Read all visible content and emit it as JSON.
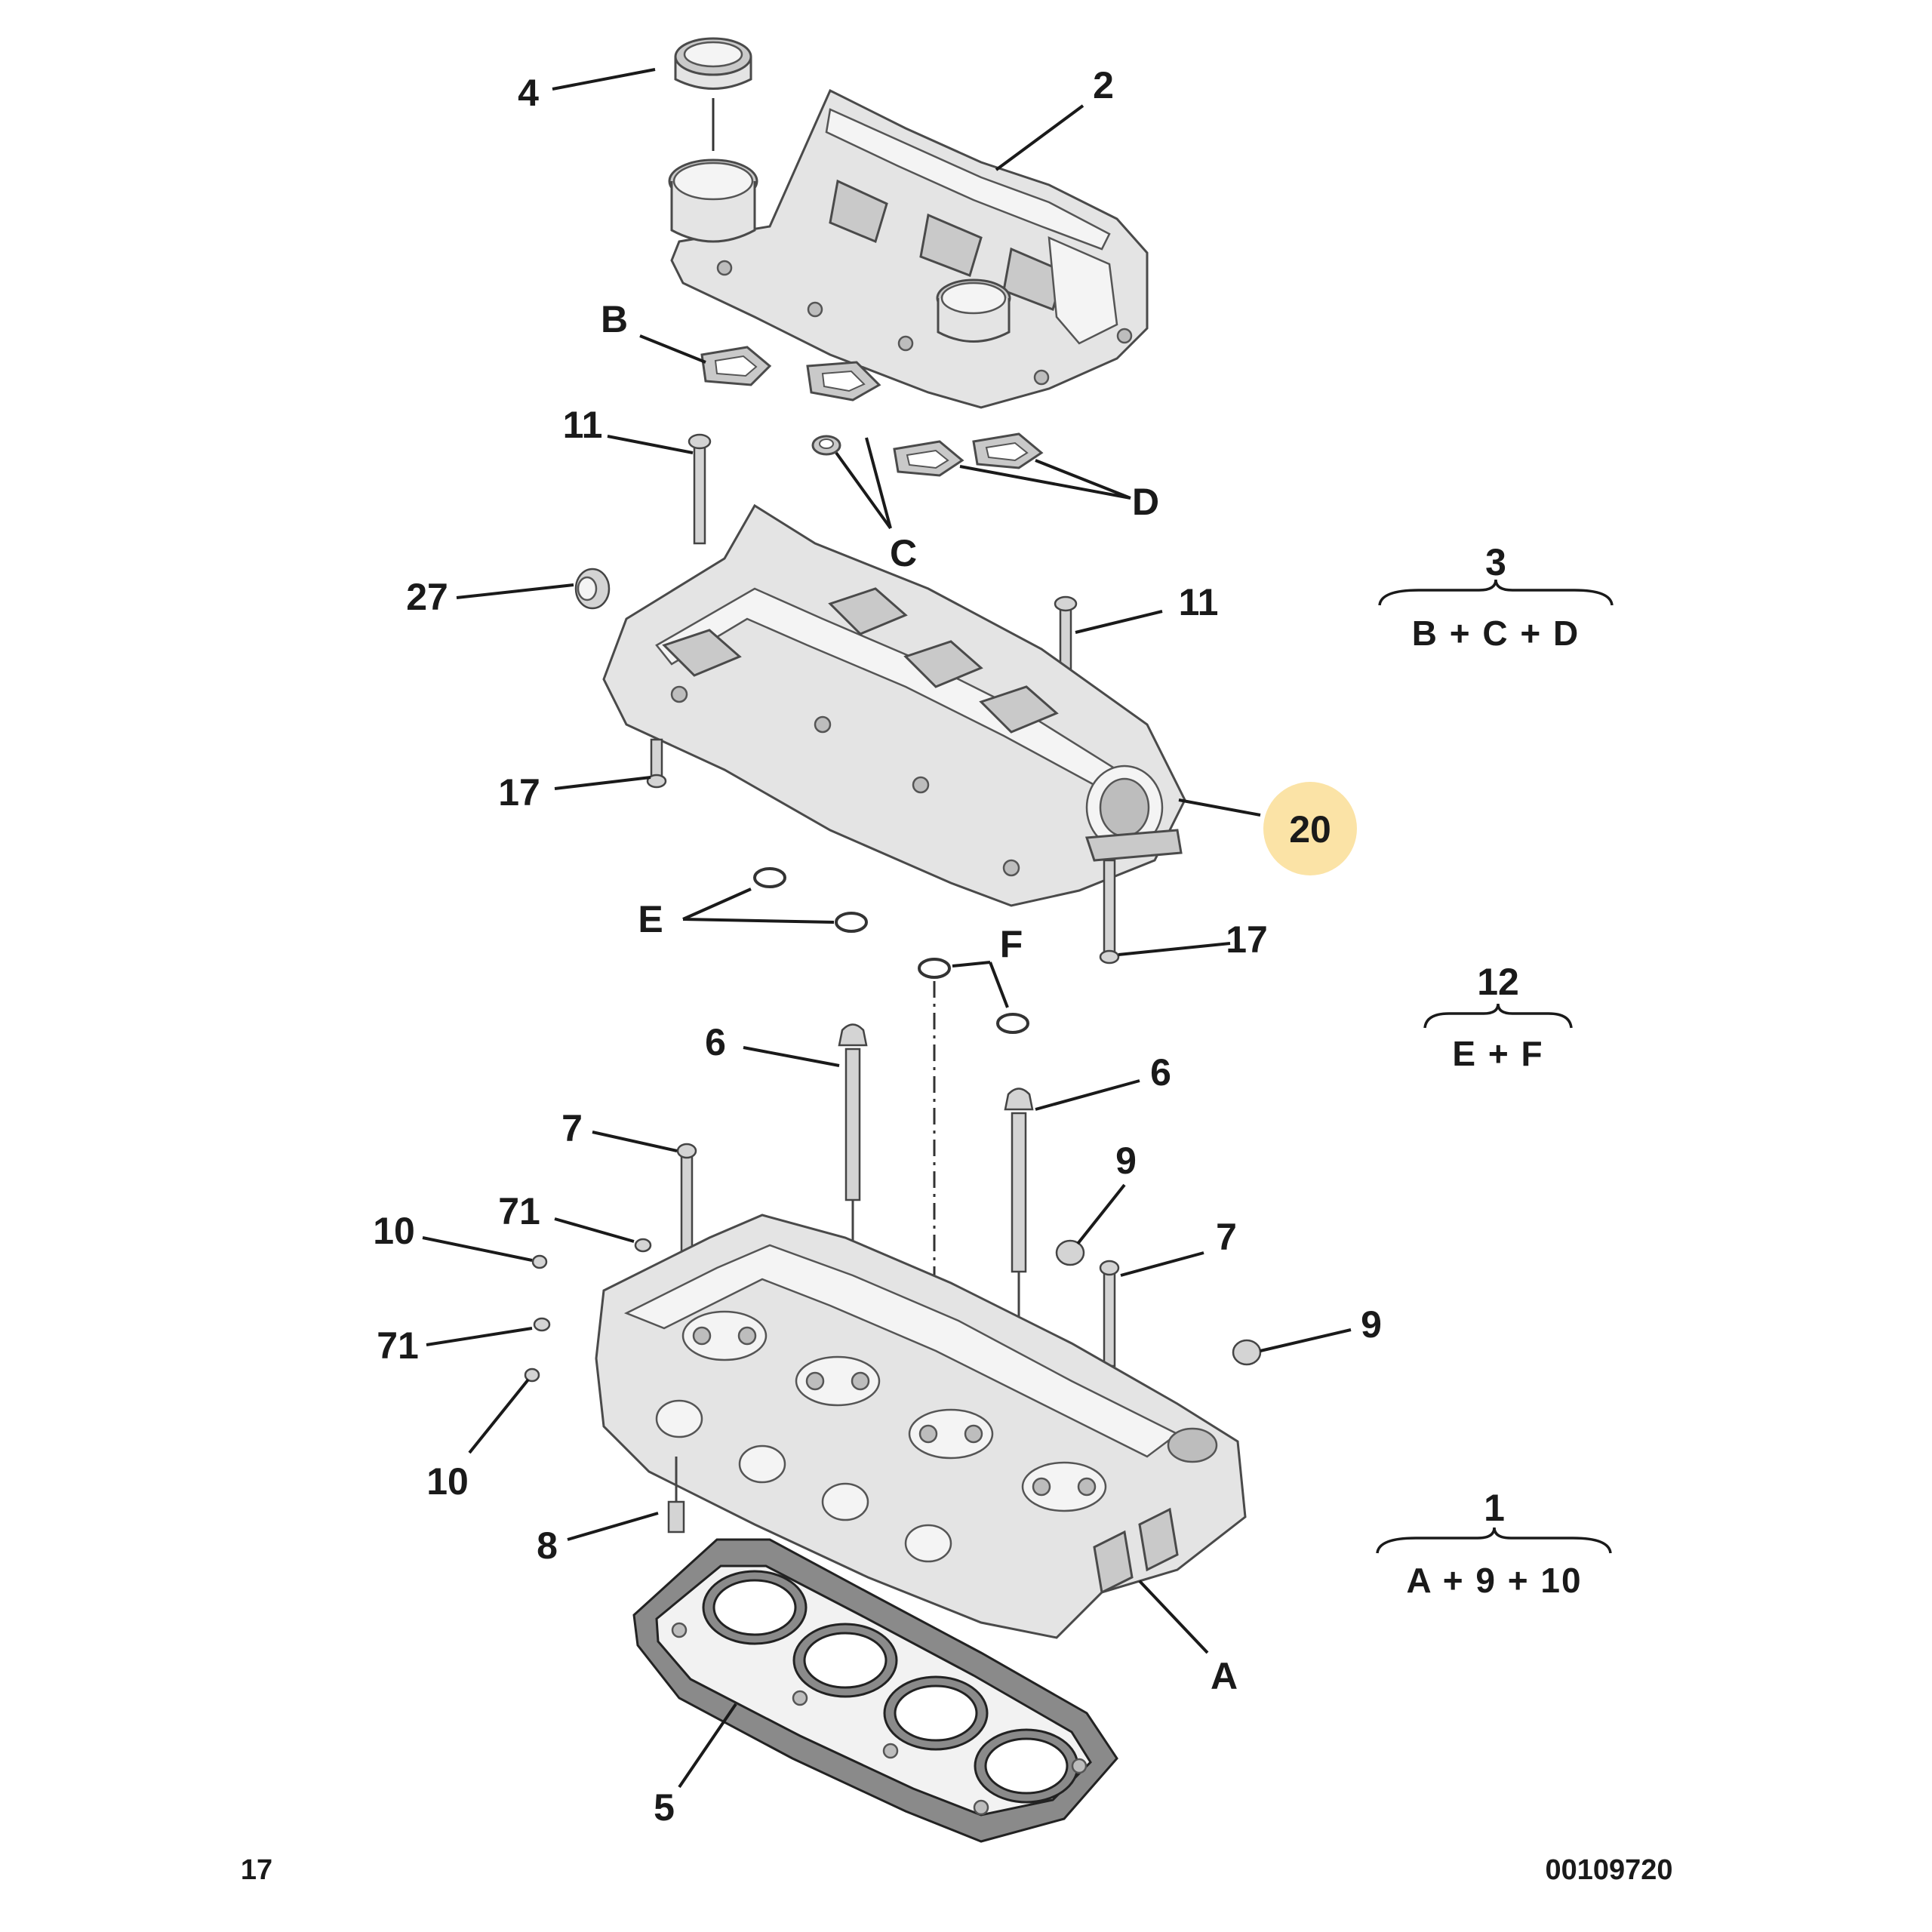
{
  "callouts": {
    "c4": "4",
    "c2": "2",
    "cB": "B",
    "c11a": "11",
    "cC": "C",
    "cD": "D",
    "c27": "27",
    "c11b": "11",
    "c17a": "17",
    "c20": "20",
    "cE": "E",
    "cF": "F",
    "c17b": "17",
    "c6a": "6",
    "c6b": "6",
    "c7a": "7",
    "c9a": "9",
    "c10a": "10",
    "c71a": "71",
    "c7b": "7",
    "c71b": "71",
    "c9b": "9",
    "c10b": "10",
    "c8": "8",
    "cA": "A",
    "c5": "5"
  },
  "groups": [
    {
      "number": "3",
      "components": "B + C + D"
    },
    {
      "number": "12",
      "components": "E + F"
    },
    {
      "number": "1",
      "components": "A + 9 + 10"
    }
  ],
  "highlight": {
    "callout": "20",
    "color": "#fbe3a6"
  },
  "footer": {
    "page_number": "17",
    "reference": "00109720"
  }
}
